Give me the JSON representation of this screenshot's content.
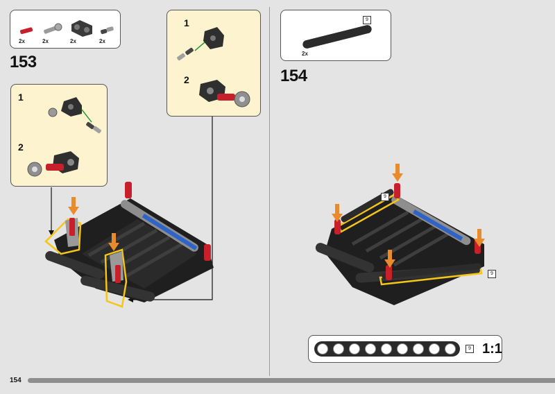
{
  "page": {
    "number": "154"
  },
  "step153": {
    "number": "153",
    "parts": [
      {
        "qty": "2x",
        "icon": "red-axle-pin-icon"
      },
      {
        "qty": "2x",
        "icon": "grey-ball-joint-icon"
      },
      {
        "qty": "2x",
        "icon": "dark-connector-block-icon"
      },
      {
        "qty": "2x",
        "icon": "grey-pin-icon"
      }
    ],
    "subA": {
      "sub1": "1",
      "sub2": "2"
    },
    "subB": {
      "sub1": "1",
      "sub2": "2"
    }
  },
  "step154": {
    "number": "154",
    "parts": [
      {
        "qty": "2x",
        "tag": "9",
        "icon": "black-beam-9-icon"
      }
    ],
    "tags": [
      "9",
      "9"
    ]
  },
  "ruler": {
    "tag": "9",
    "scale": "1:1",
    "holes": 9
  },
  "colors": {
    "callout": "#fdf3cf",
    "highlight": "#f5c518",
    "arrow": "#e98a2b",
    "beam": "#2b2b2b",
    "axle": "#2e63c8",
    "red": "#c8202a"
  }
}
